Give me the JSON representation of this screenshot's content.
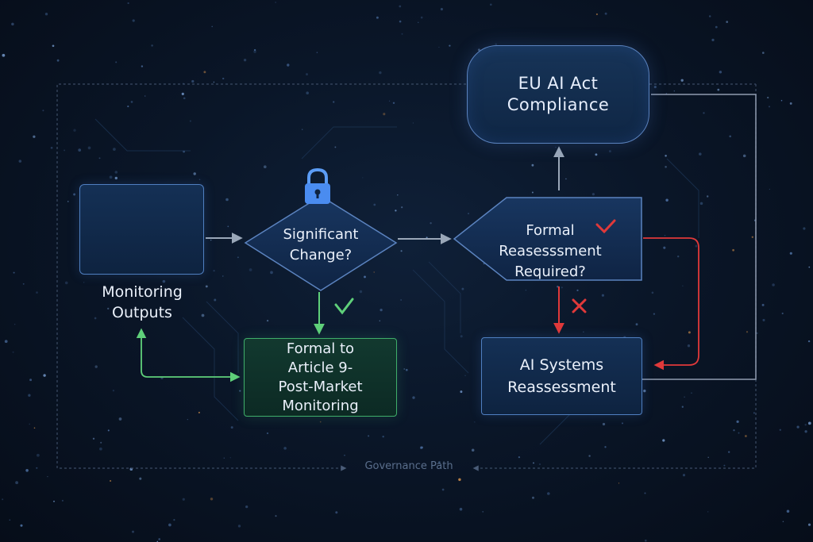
{
  "eu_node": {
    "line1": "EU AI Act",
    "line2": "Compliance"
  },
  "monitoring_node": {
    "line1": "Monitoring",
    "line2": "Outputs"
  },
  "change_node": {
    "line1": "Significant",
    "line2": "Change?"
  },
  "formal_node": {
    "line1": "Formal",
    "line2": "Reasesssment",
    "line3": "Required?"
  },
  "article_node": {
    "line1": "Formal to",
    "line2": "Article 9-",
    "line3": "Post-Market",
    "line4": "Monitoring"
  },
  "reassess_node": {
    "line1": "AI Systems",
    "line2": "Reassessment"
  },
  "governance": {
    "label": "Governance Path"
  },
  "colors": {
    "background": "#0a1628",
    "node_border": "#4f7fc0",
    "node_fill": "#132c4d",
    "green": "#5fd07a",
    "red": "#e0393a",
    "star": "#e8863a",
    "arrow_gray": "#9aa7b8"
  },
  "icons": {
    "monitor": "dashboard-chart-icon",
    "warning": "warning-triangle-icon",
    "lock": "padlock-icon",
    "check": "checkmark-icon",
    "cross": "cross-icon"
  }
}
